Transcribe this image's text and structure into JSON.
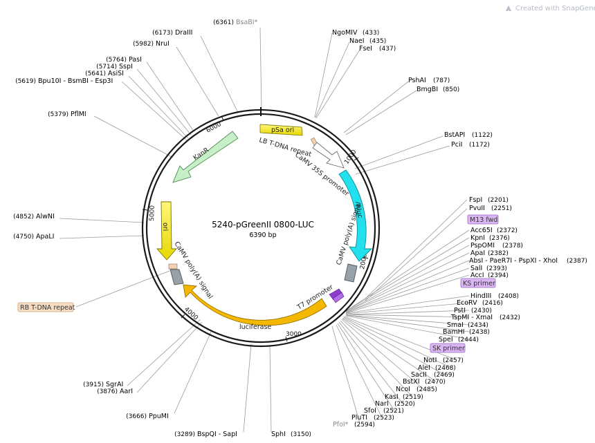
{
  "credit": "Created with SnapGene®",
  "title": "5240-pGreenII 0800-LUC",
  "size": "6390 bp",
  "ticks": [
    "1000",
    "2000",
    "3000",
    "4000",
    "5000",
    "6000"
  ],
  "features": {
    "psa_ori": "pSa ori",
    "lb": "LB T-DNA repeat",
    "camv35s": "CaMV 35S promoter",
    "rluc": "Rluc",
    "camv_polya_right": "CaMV poly(A) signal",
    "t7": "T7 promoter",
    "luciferase": "luciferase",
    "camv_polya_left": "CaMV poly(A) signal",
    "ori": "ori",
    "kanr": "KanR",
    "rb": "RB T-DNA repeat"
  },
  "primers": {
    "m13": "M13 fwd",
    "ks": "KS primer",
    "sk": "SK primer"
  },
  "sites": [
    {
      "pos": "(6361)",
      "name": "BsaBI*"
    },
    {
      "pos": "(6173)",
      "name": "DraIII"
    },
    {
      "pos": "(5982)",
      "name": "NruI"
    },
    {
      "pos": "(5764)",
      "name": "PasI"
    },
    {
      "pos": "(5714)",
      "name": "SspI"
    },
    {
      "pos": "(5641)",
      "name": "AsiSI"
    },
    {
      "pos": "(5619)",
      "name": "Bpu10I - BsmBI - Esp3I"
    },
    {
      "pos": "(5379)",
      "name": "PflMI"
    },
    {
      "pos": "(4852)",
      "name": "AlwNI"
    },
    {
      "pos": "(4750)",
      "name": "ApaLI"
    },
    {
      "pos": "(3915)",
      "name": "SgrAI"
    },
    {
      "pos": "(3876)",
      "name": "AarI"
    },
    {
      "pos": "(3666)",
      "name": "PpuMI"
    },
    {
      "pos": "(3289)",
      "name": "BspQI - SapI"
    },
    {
      "pos": "(3150)",
      "name": "SphI"
    },
    {
      "pos": "(433)",
      "name": "NgoMIV"
    },
    {
      "pos": "(435)",
      "name": "NaeI"
    },
    {
      "pos": "(437)",
      "name": "FseI"
    },
    {
      "pos": "(787)",
      "name": "PshAI"
    },
    {
      "pos": "(850)",
      "name": "BmgBI"
    },
    {
      "pos": "(1122)",
      "name": "BstAPI"
    },
    {
      "pos": "(1172)",
      "name": "PciI"
    },
    {
      "pos": "(2201)",
      "name": "FspI"
    },
    {
      "pos": "(2251)",
      "name": "PvuII"
    },
    {
      "pos": "(2372)",
      "name": "Acc65I"
    },
    {
      "pos": "(2376)",
      "name": "KpnI"
    },
    {
      "pos": "(2378)",
      "name": "PspOMI"
    },
    {
      "pos": "(2382)",
      "name": "ApaI"
    },
    {
      "pos": "(2387)",
      "name": "AbsI - PaeR7I - PspXI - XhoI"
    },
    {
      "pos": "(2393)",
      "name": "SalI"
    },
    {
      "pos": "(2394)",
      "name": "AccI"
    },
    {
      "pos": "(2408)",
      "name": "HindIII"
    },
    {
      "pos": "(2416)",
      "name": "EcoRV"
    },
    {
      "pos": "(2430)",
      "name": "PstI"
    },
    {
      "pos": "(2432)",
      "name": "TspMI - XmaI"
    },
    {
      "pos": "(2434)",
      "name": "SmaI"
    },
    {
      "pos": "(2438)",
      "name": "BamHI"
    },
    {
      "pos": "(2444)",
      "name": "SpeI"
    },
    {
      "pos": "(2457)",
      "name": "NotI"
    },
    {
      "pos": "(2468)",
      "name": "AleI"
    },
    {
      "pos": "(2469)",
      "name": "SacII"
    },
    {
      "pos": "(2470)",
      "name": "BstXI"
    },
    {
      "pos": "(2485)",
      "name": "NcoI"
    },
    {
      "pos": "(2519)",
      "name": "KasI"
    },
    {
      "pos": "(2520)",
      "name": "NarI"
    },
    {
      "pos": "(2521)",
      "name": "SfoI"
    },
    {
      "pos": "(2523)",
      "name": "PluTI"
    },
    {
      "pos": "(2594)",
      "name": "PfoI*"
    }
  ]
}
